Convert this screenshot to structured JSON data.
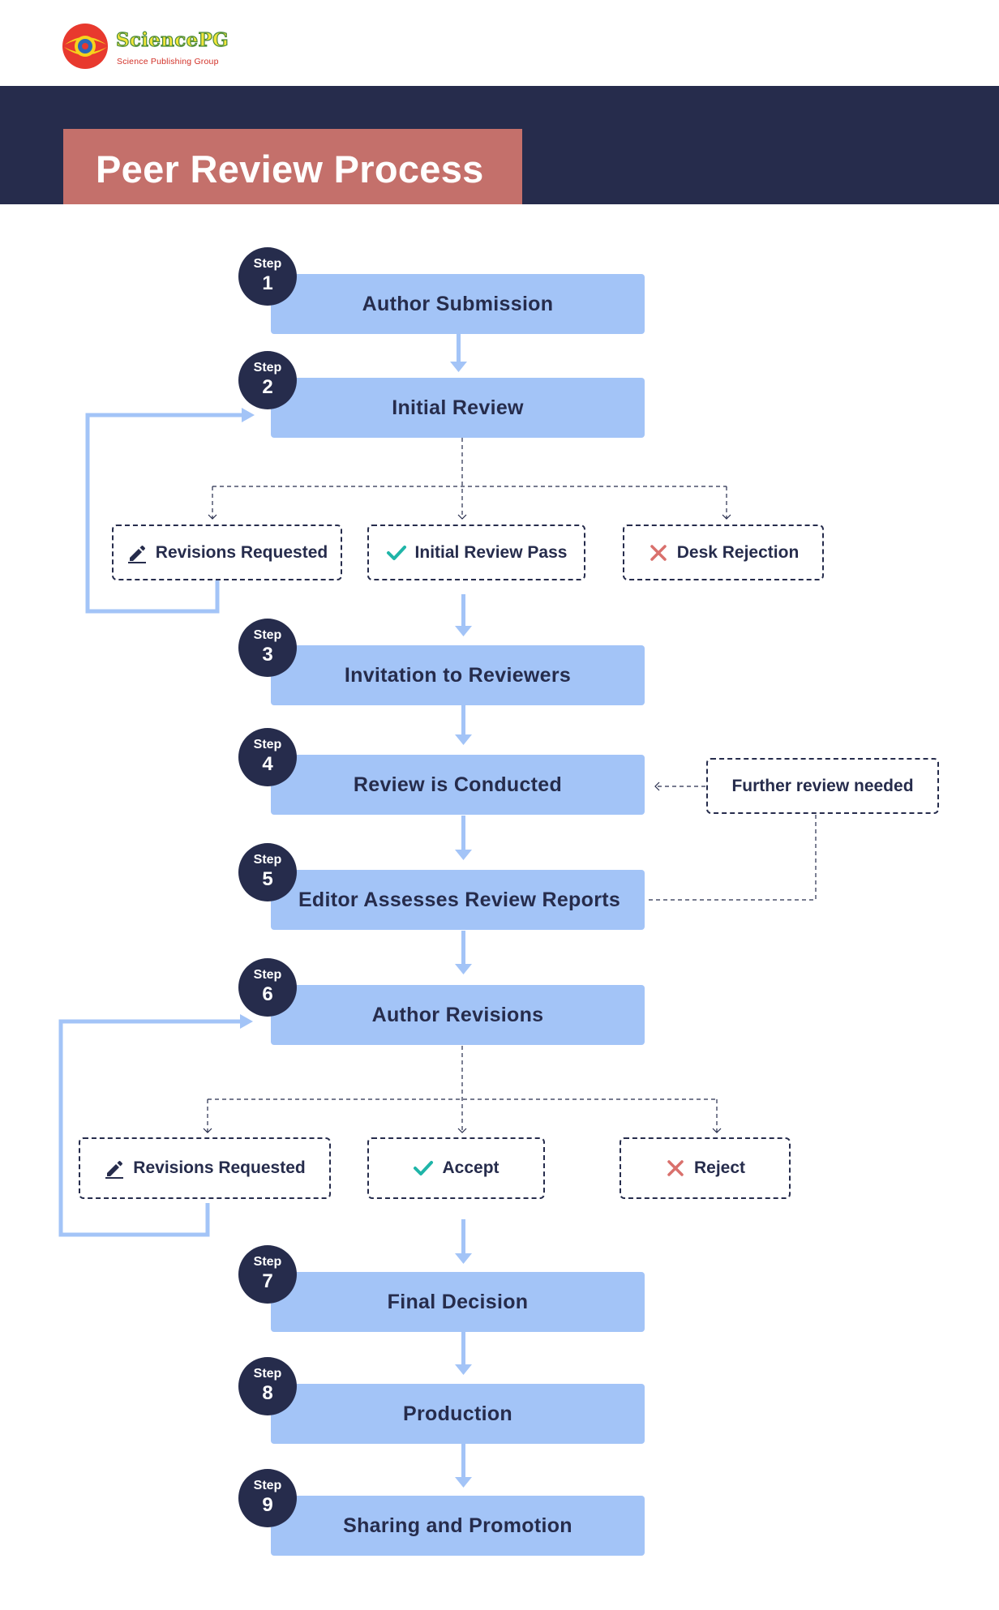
{
  "brand": {
    "name": "SciencePG",
    "tagline": "Science Publishing Group"
  },
  "page_title": "Peer Review Process",
  "step_word": "Step",
  "steps": [
    {
      "num": "1",
      "label": "Author Submission"
    },
    {
      "num": "2",
      "label": "Initial Review"
    },
    {
      "num": "3",
      "label": "Invitation to Reviewers"
    },
    {
      "num": "4",
      "label": "Review is Conducted"
    },
    {
      "num": "5",
      "label": "Editor Assesses Review Reports"
    },
    {
      "num": "6",
      "label": "Author Revisions"
    },
    {
      "num": "7",
      "label": "Final Decision"
    },
    {
      "num": "8",
      "label": "Production"
    },
    {
      "num": "9",
      "label": "Sharing and Promotion"
    }
  ],
  "initial_review_outcomes": {
    "revisions": "Revisions Requested",
    "pass": "Initial Review Pass",
    "reject": "Desk Rejection"
  },
  "further_review": "Further review needed",
  "author_revision_outcomes": {
    "revisions": "Revisions Requested",
    "accept": "Accept",
    "reject": "Reject"
  },
  "colors": {
    "navy": "#262c4c",
    "step_fill": "#a3c4f7",
    "title_box": "#c4706b",
    "check_teal": "#1fb5a8",
    "cross_red": "#d9706c"
  },
  "icons": {
    "revisions": "pen-icon",
    "pass": "check-icon",
    "reject": "cross-icon"
  }
}
